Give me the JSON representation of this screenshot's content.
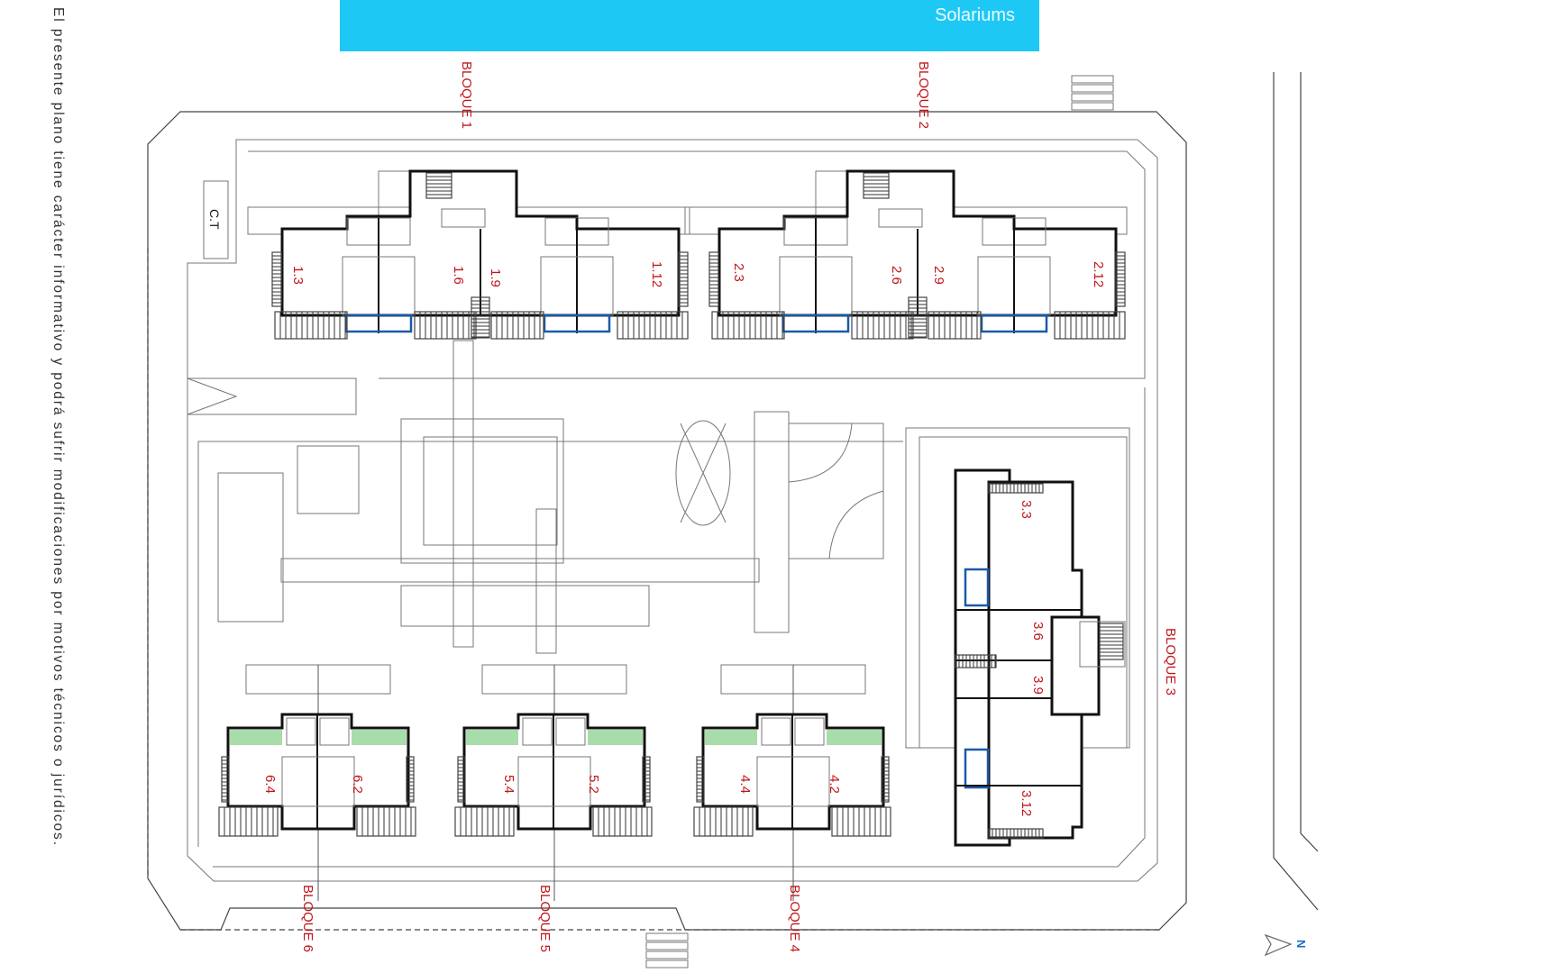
{
  "banner": {
    "label": "Solariums",
    "color": "#1ec8f5"
  },
  "disclaimer": "El presente plano tiene carácter informativo y podrá sufrir modificaciones por motivos técnicos o jurídicos.",
  "ct_label": "C.T",
  "north_label": "N",
  "colors": {
    "labels": "#c0161b",
    "solarium_outline": "#1a5aa8",
    "garden": "#a8dcaa",
    "north": "#1a6fc0"
  },
  "blocks": [
    {
      "name": "BLOQUE 1",
      "units": [
        "1.3",
        "1.6",
        "1.9",
        "1.12"
      ]
    },
    {
      "name": "BLOQUE 2",
      "units": [
        "2.3",
        "2.6",
        "2.9",
        "2.12"
      ]
    },
    {
      "name": "BLOQUE 3",
      "units": [
        "3.3",
        "3.6",
        "3.9",
        "3.12"
      ]
    },
    {
      "name": "BLOQUE 4",
      "units": [
        "4.4",
        "4.2"
      ]
    },
    {
      "name": "BLOQUE 5",
      "units": [
        "5.4",
        "5.2"
      ]
    },
    {
      "name": "BLOQUE 6",
      "units": [
        "6.4",
        "6.2"
      ]
    }
  ]
}
